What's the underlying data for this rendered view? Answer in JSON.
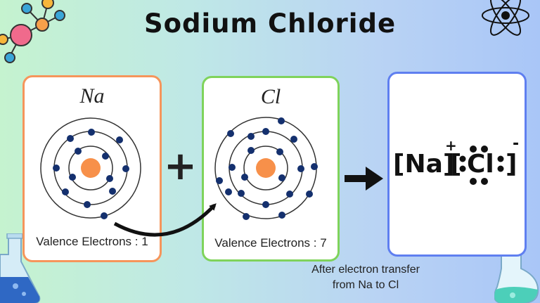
{
  "title": "Sodium Chloride",
  "sodium": {
    "symbol": "Na",
    "valence_label": "Valence Electrons : 1"
  },
  "chlorine": {
    "symbol": "Cl",
    "valence_label": "Valence Electrons : 7"
  },
  "plus": "+",
  "result": {
    "cation": "[Na]",
    "cation_charge": "+",
    "anion_bracket_open": "[",
    "anion_symbol": "Cl",
    "anion_bracket_close": "]",
    "anion_charge": "-"
  },
  "caption_line1": "After electron transfer",
  "caption_line2": "from Na to Cl",
  "colors": {
    "sodium_border": "#f6955b",
    "chlorine_border": "#7fd35b",
    "result_border": "#5f7ff0",
    "nucleus": "#f7904a",
    "electron": "#14306e"
  },
  "icons": [
    "molecule-icon",
    "atom-icon",
    "flask-icon",
    "beaker-icon"
  ]
}
